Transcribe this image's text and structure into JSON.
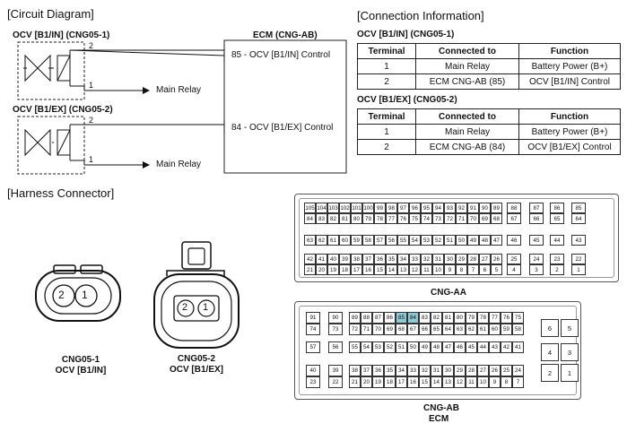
{
  "headings": {
    "circuit": "[Circuit Diagram]",
    "connection": "[Connection Information]",
    "harness": "[Harness Connector]"
  },
  "circuit": {
    "ecm_title": "ECM (CNG-AB)",
    "ocv1_title": "OCV [B1/IN] (CNG05-1)",
    "ocv2_title": "OCV [B1/EX] (CNG05-2)",
    "pin2": "2",
    "pin1": "1",
    "main_relay": "Main Relay",
    "ecm_pin85": "85 - OCV [B1/IN] Control",
    "ecm_pin84": "84 - OCV [B1/EX] Control"
  },
  "tables": {
    "headers": [
      "Terminal",
      "Connected to",
      "Function"
    ],
    "ocv1": {
      "title": "OCV [B1/IN] (CNG05-1)",
      "rows": [
        [
          "1",
          "Main Relay",
          "Battery Power (B+)"
        ],
        [
          "2",
          "ECM CNG-AB (85)",
          "OCV [B1/IN] Control"
        ]
      ]
    },
    "ocv2": {
      "title": "OCV [B1/EX] (CNG05-2)",
      "rows": [
        [
          "1",
          "Main Relay",
          "Battery Power (B+)"
        ],
        [
          "2",
          "ECM CNG-AB (84)",
          "OCV [B1/EX] Control"
        ]
      ]
    }
  },
  "connectors": {
    "cng05_1": {
      "name": "CNG05-1",
      "label": "OCV [B1/IN]",
      "pin_left": "2",
      "pin_right": "1"
    },
    "cng05_2": {
      "name": "CNG05-2",
      "label": "OCV [B1/EX]",
      "pin_left": "2",
      "pin_right": "1"
    },
    "cng_aa": {
      "label": "CNG-AA",
      "rows": [
        [
          "105",
          "104",
          "103",
          "102",
          "101",
          "100",
          "99",
          "98",
          "97",
          "96",
          "95",
          "94",
          "93",
          "92",
          "91",
          "90",
          "89"
        ],
        [
          "84",
          "83",
          "82",
          "81",
          "80",
          "79",
          "78",
          "77",
          "76",
          "75",
          "74",
          "73",
          "72",
          "71",
          "70",
          "69",
          "68"
        ],
        [
          "63",
          "62",
          "61",
          "60",
          "59",
          "58",
          "57",
          "56",
          "55",
          "54",
          "53",
          "52",
          "51",
          "50",
          "49",
          "48",
          "47"
        ],
        [
          "42",
          "41",
          "40",
          "39",
          "38",
          "37",
          "36",
          "35",
          "34",
          "33",
          "32",
          "31",
          "30",
          "29",
          "28",
          "27",
          "26"
        ],
        [
          "21",
          "20",
          "19",
          "18",
          "17",
          "16",
          "15",
          "14",
          "13",
          "12",
          "11",
          "10",
          "9",
          "8",
          "7",
          "6",
          "5"
        ]
      ],
      "side_rows": [
        [
          "88",
          "87",
          "86",
          "85"
        ],
        [
          "67",
          "66",
          "65",
          "64"
        ],
        [
          "46",
          "45",
          "44",
          "43"
        ],
        [
          "25",
          "24",
          "23",
          "22"
        ],
        [
          "4",
          "3",
          "2",
          "1"
        ]
      ]
    },
    "cng_ab": {
      "label": "CNG-AB",
      "sub_label": "ECM",
      "highlighted": [
        "85",
        "84"
      ],
      "left_rows": [
        [
          "91",
          "90"
        ],
        [
          "74",
          "73"
        ],
        [
          "57",
          "56"
        ],
        [
          "40",
          "39"
        ],
        [
          "23",
          "22"
        ]
      ],
      "rows": [
        [
          "89",
          "88",
          "87",
          "86",
          "85",
          "84",
          "83",
          "82",
          "81",
          "80",
          "79",
          "78",
          "77",
          "76",
          "75"
        ],
        [
          "72",
          "71",
          "70",
          "69",
          "68",
          "67",
          "66",
          "65",
          "64",
          "63",
          "62",
          "61",
          "60",
          "59",
          "58"
        ],
        [
          "55",
          "54",
          "53",
          "52",
          "51",
          "50",
          "49",
          "48",
          "47",
          "46",
          "45",
          "44",
          "43",
          "42",
          "41"
        ],
        [
          "38",
          "37",
          "36",
          "35",
          "34",
          "33",
          "32",
          "31",
          "30",
          "29",
          "28",
          "27",
          "26",
          "25",
          "24"
        ],
        [
          "21",
          "20",
          "19",
          "18",
          "17",
          "16",
          "15",
          "14",
          "13",
          "12",
          "11",
          "10",
          "9",
          "8",
          "7"
        ]
      ],
      "side_pairs": [
        [
          "6",
          "5"
        ],
        [
          "4",
          "3"
        ],
        [
          "2",
          "1"
        ]
      ]
    }
  }
}
